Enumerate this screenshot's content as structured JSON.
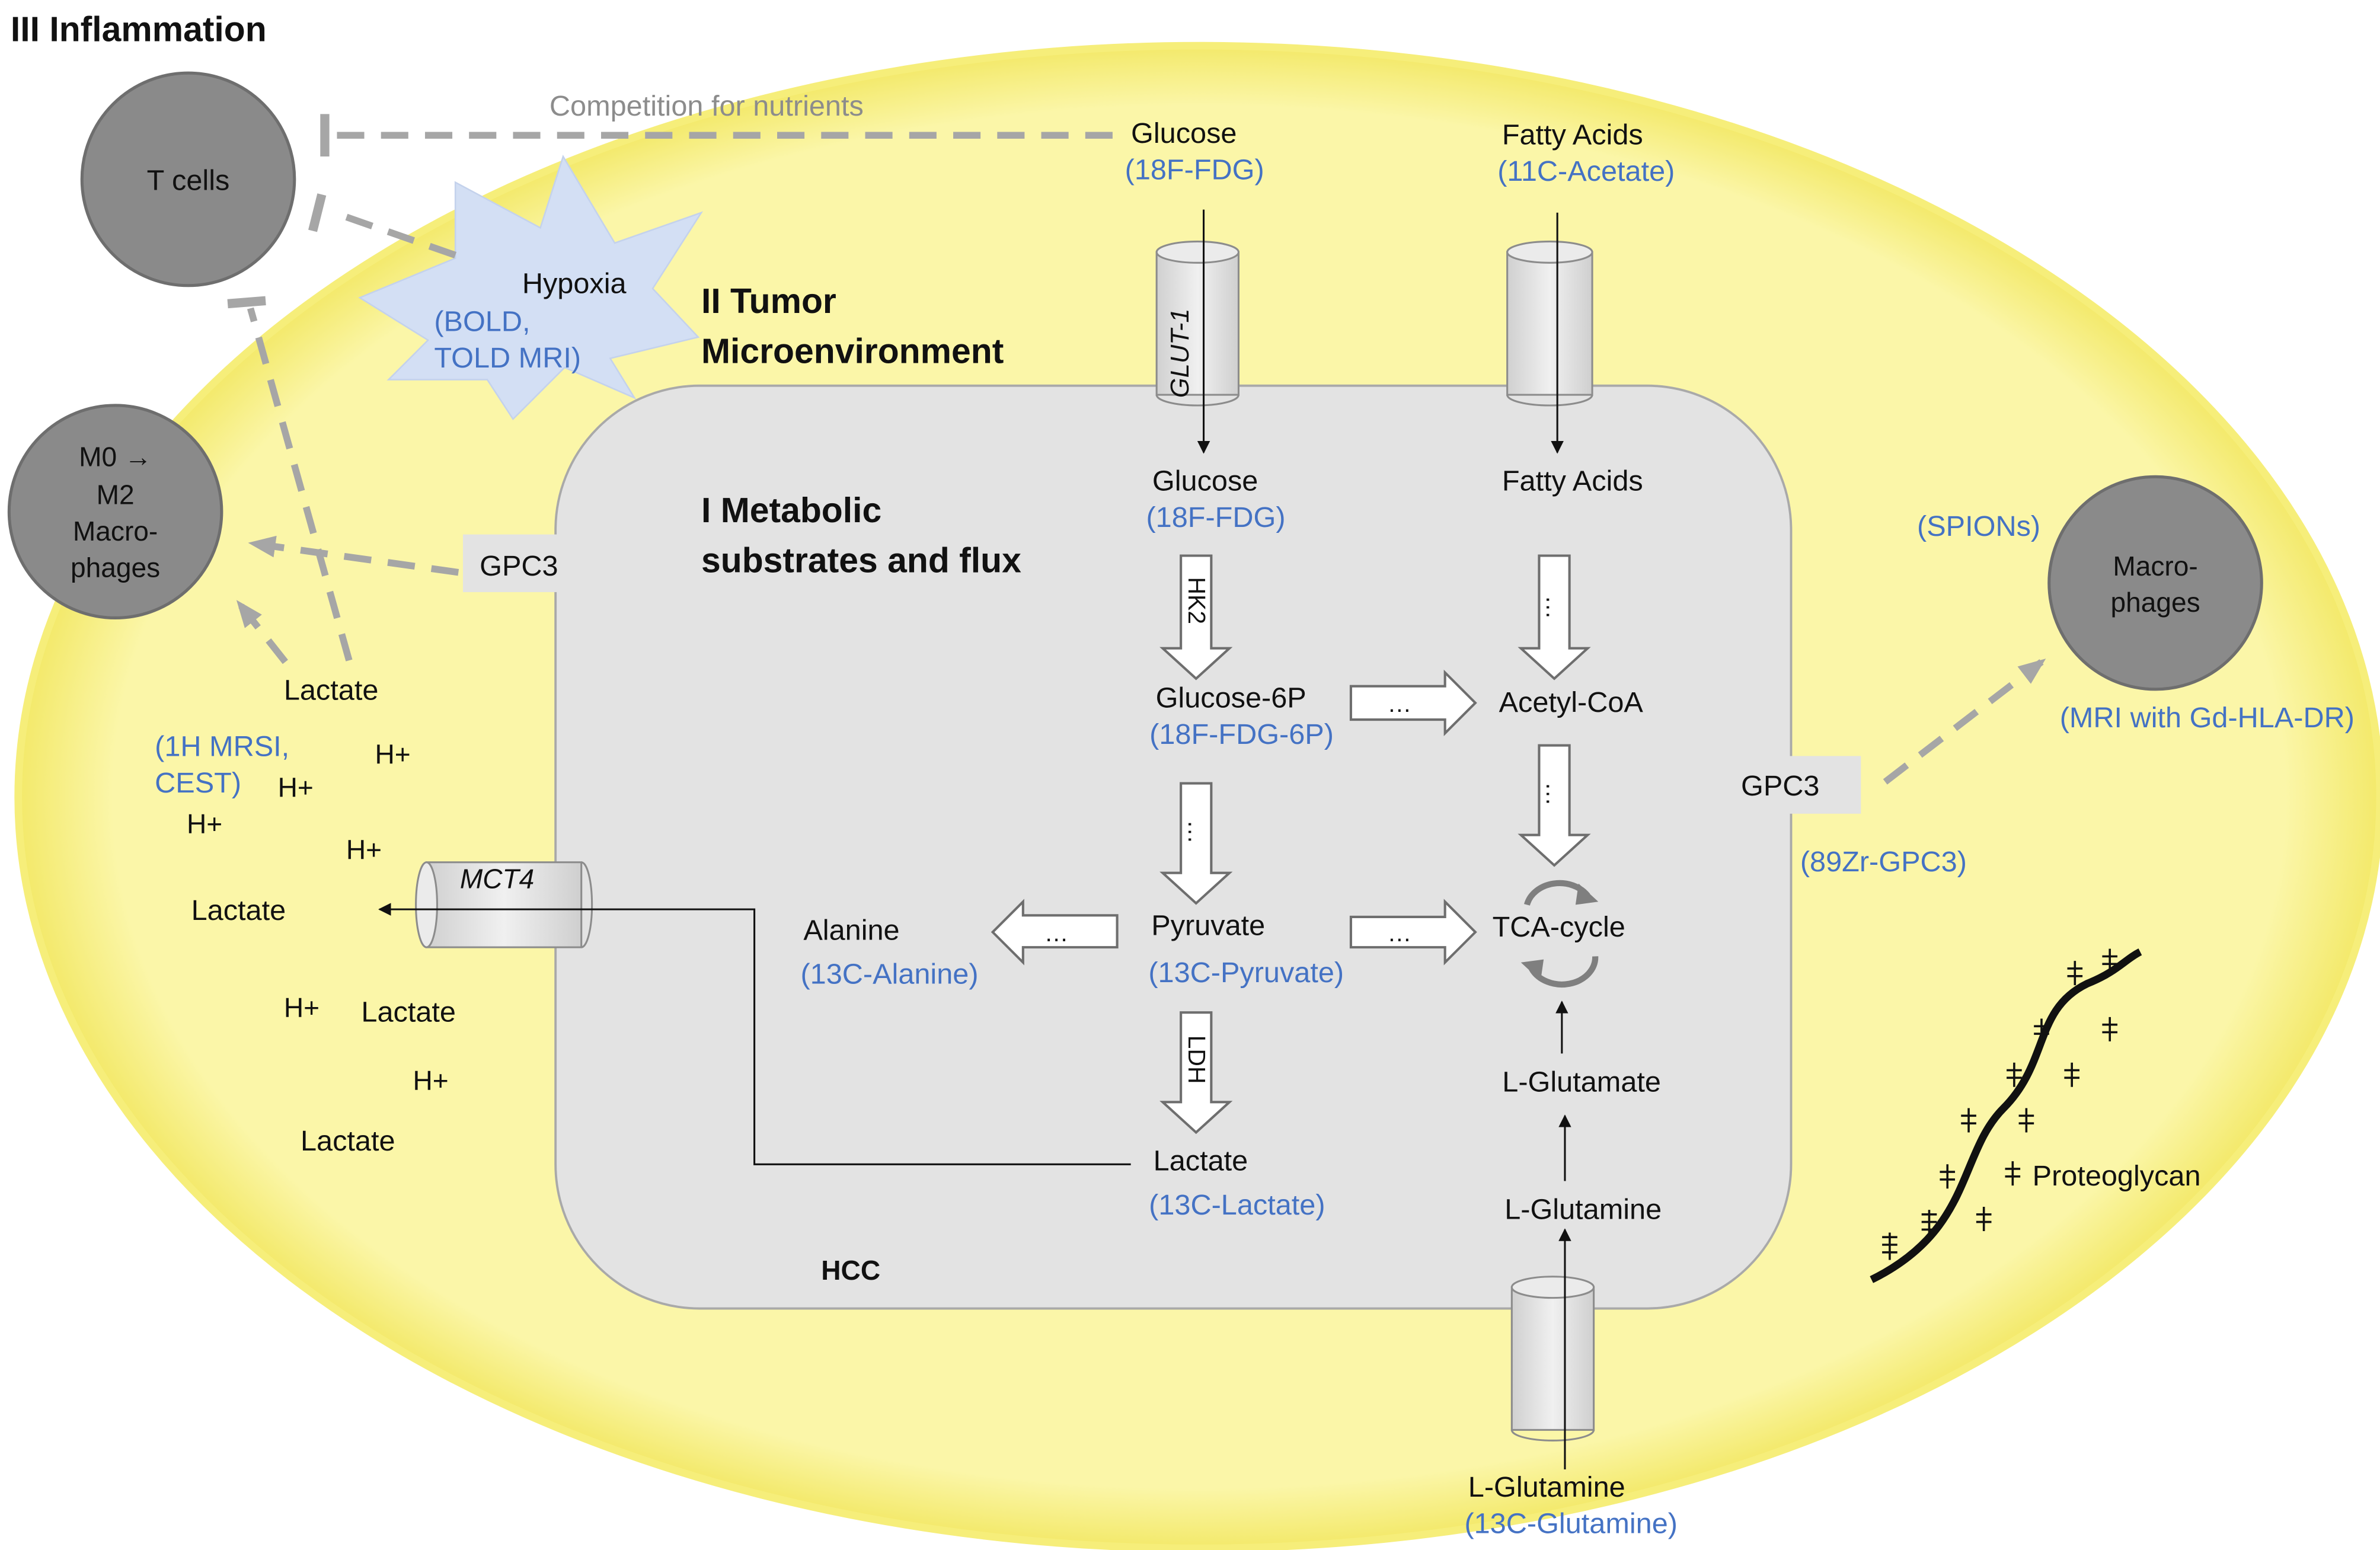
{
  "section_titles": {
    "inflammation": "III Inflammation",
    "microenvironment_line1": "II Tumor",
    "microenvironment_line2": "Microenvironment",
    "metabolic_line1": "I Metabolic",
    "metabolic_line2": "substrates and flux"
  },
  "colors": {
    "tumor_micro": "#fbf6a8",
    "tumor_glow": "#f6ee7a",
    "hcc_cell": "#e3e3e3",
    "imaging_text": "#4472C4",
    "immune_cell": "#8a8a8a",
    "hypoxia": "#d3dff4",
    "dashed_arrow": "#a6a6a6"
  },
  "cells": {
    "tcells": "T cells",
    "m0m2_line1": "M0 →",
    "m0m2_line2": "M2",
    "m0m2_line3": "Macro-",
    "m0m2_line4": "phages",
    "macro_line1": "Macro-",
    "macro_line2": "phages",
    "hcc": "HCC"
  },
  "labels": {
    "competition": "Competition for nutrients",
    "hypoxia": "Hypoxia",
    "hypoxia_probe1": "(BOLD,",
    "hypoxia_probe2": "TOLD MRI)",
    "gpc3_left": "GPC3",
    "gpc3_right": "GPC3",
    "gpc3_probe": "(89Zr-GPC3)",
    "spions": "(SPIONs)",
    "macro_probe": "(MRI with Gd-HLA-DR)",
    "proteoglycan": "Proteoglycan",
    "lactate_ext": "Lactate",
    "lactate_probe1": "(1H MRSI,",
    "lactate_probe2": "CEST)",
    "proton": "H+",
    "mct4": "MCT4",
    "glut1": "GLUT-1",
    "hk2": "HK2",
    "ldh": "LDH",
    "ellipsis": "…"
  },
  "extracellular": {
    "lactate_top": "Lactate",
    "lactate_mid": "Lactate",
    "lactate_low1": "Lactate",
    "lactate_low2": "Lactate"
  },
  "metabolites": {
    "glucose_out": "Glucose",
    "glucose_out_probe": "(18F-FDG)",
    "fatty_out": "Fatty Acids",
    "fatty_out_probe": "(11C-Acetate)",
    "glucose_in": "Glucose",
    "glucose_in_probe": "(18F-FDG)",
    "fatty_in": "Fatty Acids",
    "g6p": "Glucose-6P",
    "g6p_probe": "(18F-FDG-6P)",
    "acetylcoa": "Acetyl-CoA",
    "pyruvate": "Pyruvate",
    "pyruvate_probe": "(13C-Pyruvate)",
    "alanine": "Alanine",
    "alanine_probe": "(13C-Alanine)",
    "tca": "TCA-cycle",
    "lactate_in": "Lactate",
    "lactate_in_probe": "(13C-Lactate)",
    "glutamate": "L-Glutamate",
    "glutamine_in": "L-Glutamine",
    "glutamine_out": "L-Glutamine",
    "glutamine_out_probe": "(13C-Glutamine)"
  }
}
